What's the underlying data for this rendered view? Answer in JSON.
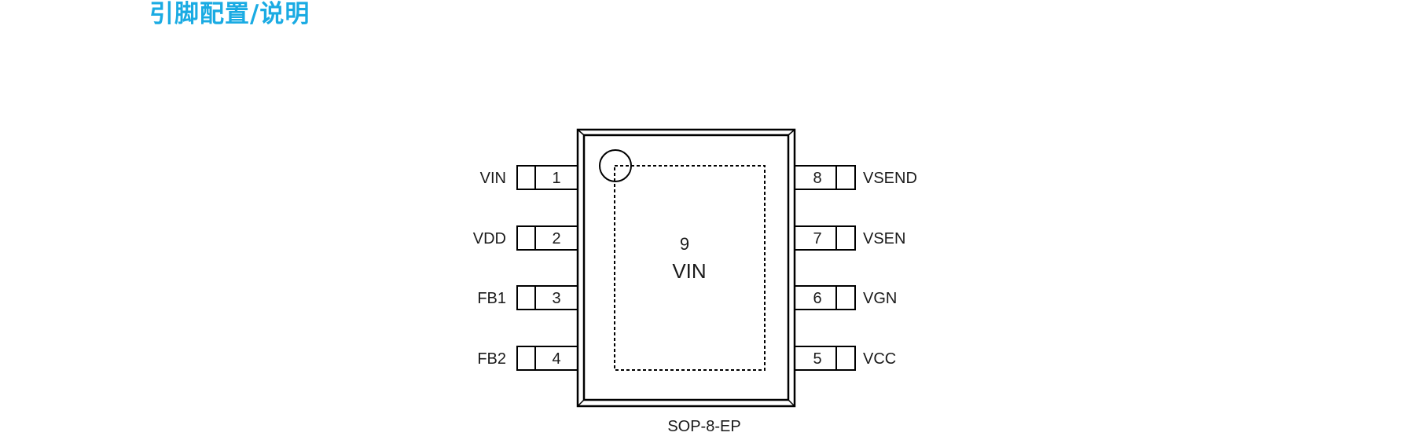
{
  "header": {
    "title": "引脚配置/说明"
  },
  "package": {
    "name": "SOP-8-EP",
    "exposed_pad": {
      "number": "9",
      "label": "VIN"
    },
    "left_pins": [
      {
        "number": "1",
        "label": "VIN"
      },
      {
        "number": "2",
        "label": "VDD"
      },
      {
        "number": "3",
        "label": "FB1"
      },
      {
        "number": "4",
        "label": "FB2"
      }
    ],
    "right_pins": [
      {
        "number": "8",
        "label": "VSEND"
      },
      {
        "number": "7",
        "label": "VSEN"
      },
      {
        "number": "6",
        "label": "VGN"
      },
      {
        "number": "5",
        "label": "VCC"
      }
    ]
  },
  "colors": {
    "title": "#1AABE3",
    "line": "#000000"
  }
}
